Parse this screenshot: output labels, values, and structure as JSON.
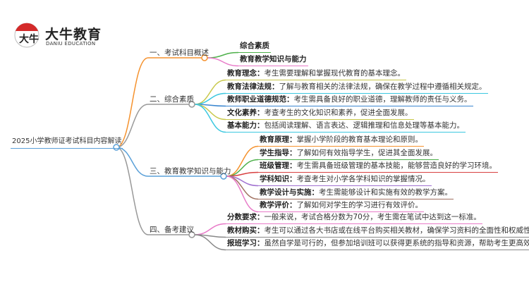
{
  "logo": {
    "name": "大牛教育",
    "subtitle": "DANIU EDUCATION"
  },
  "root": "2025小学教师证考试科目内容解读",
  "branches": [
    {
      "title": "一、考试科目概述",
      "color": "#f5922e",
      "leaves": [
        {
          "label": "综合素质",
          "text": "",
          "color": "#4db04a"
        },
        {
          "label": "教育教学知识与能力",
          "text": "",
          "color": "#e87ac8"
        }
      ]
    },
    {
      "title": "二、综合素质",
      "color": "#999999",
      "leaves": [
        {
          "label": "教育理念：",
          "text": "考生需要理解和掌握现代教育的基本理念。",
          "color": "#c8c84a"
        },
        {
          "label": "教育法律法规：",
          "text": "了解与教育相关的法律法规，确保在教学过程中遵循相关规定。",
          "color": "#3cc8e0"
        },
        {
          "label": "教师职业道德规范：",
          "text": "考生需具备良好的职业道德，理解教师的责任与义务。",
          "color": "#3a86d0"
        },
        {
          "label": "文化素养：",
          "text": "考查考生的文化知识和素养，促进全面发展。",
          "color": "#c8c84a"
        },
        {
          "label": "基本能力：",
          "text": "包括阅读理解、语言表达、逻辑推理和信息处理等基本能力。",
          "color": "#3cc8e0"
        }
      ]
    },
    {
      "title": "三、教育教学知识与能力",
      "color": "#5aa0d8",
      "leaves": [
        {
          "label": "教育原理：",
          "text": "掌握小学阶段的教育基本理论和原则。",
          "color": "#f5922e"
        },
        {
          "label": "学生指导：",
          "text": "了解如何有效指导学生，促进其全面发展。",
          "color": "#4db04a"
        },
        {
          "label": "班级管理：",
          "text": "考生需具备班级管理的基本技能，能够营造良好的学习环境。",
          "color": "#d84040"
        },
        {
          "label": "学科知识：",
          "text": "考查考生对小学各学科知识的掌握情况。",
          "color": "#a070d0"
        },
        {
          "label": "教学设计与实施：",
          "text": "考生需能够设计和实施有效的教学方案。",
          "color": "#a07060"
        },
        {
          "label": "教学评价：",
          "text": "了解如何对学生的学习进行有效评价。",
          "color": "#e87ac8"
        }
      ]
    },
    {
      "title": "四、备考建议",
      "color": "#999999",
      "leaves": [
        {
          "label": "分数要求：",
          "text": "一般来说，考试合格分数为70分，考生需在笔试中达到这一标准。",
          "color": "#e87ac8"
        },
        {
          "label": "教材购买：",
          "text": "考生可以通过各大书店或在线平台购买相关教材，确保学习资料的全面性和权威性。",
          "color": "#888888"
        },
        {
          "label": "报班学习：",
          "text": "虽然自学是可行的，但参加培训班可以获得更系统的指导和资源，帮助考生更高效地备考。",
          "color": "#888888"
        }
      ]
    }
  ]
}
